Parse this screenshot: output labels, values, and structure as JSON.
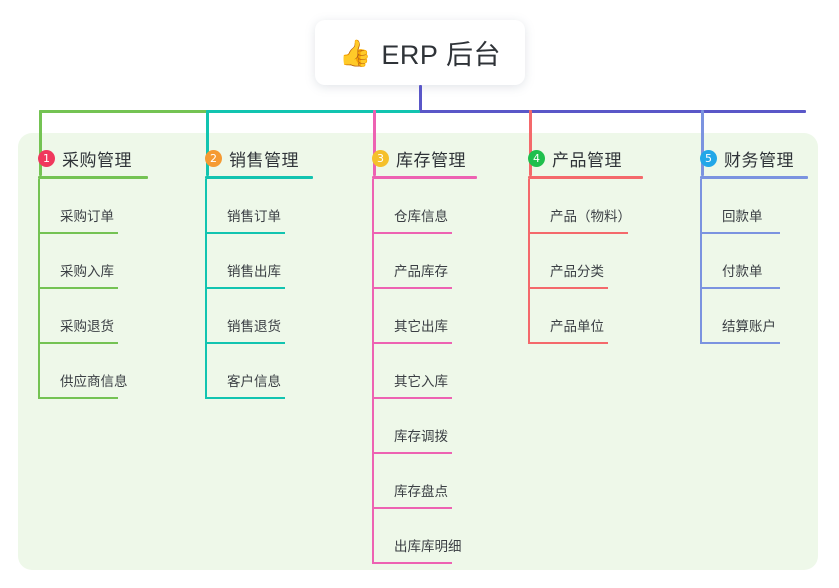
{
  "root": {
    "emoji": "👍",
    "emoji_name": "thumbs-up-emoji",
    "title": "ERP 后台"
  },
  "palette": {
    "page_background": "#ffffff",
    "panel_background": "#eef8e9",
    "text": "#2f3338",
    "root_stem": "#5a57c8",
    "bus_left": "#74c353",
    "bus_mid": "#12c4b0",
    "bus_right": "#5a57c8"
  },
  "columns": [
    {
      "index": "1",
      "title": "采购管理",
      "badge_color": "#f0385d",
      "line_color": "#74c353",
      "drop_color": "#74c353",
      "items": [
        "采购订单",
        "采购入库",
        "采购退货",
        "供应商信息"
      ]
    },
    {
      "index": "2",
      "title": "销售管理",
      "badge_color": "#f59a32",
      "line_color": "#12c4b0",
      "drop_color": "#12c4b0",
      "items": [
        "销售订单",
        "销售出库",
        "销售退货",
        "客户信息"
      ]
    },
    {
      "index": "3",
      "title": "库存管理",
      "badge_color": "#f5c02b",
      "line_color": "#ed62b2",
      "drop_color": "#ed62b2",
      "items": [
        "仓库信息",
        "产品库存",
        "其它出库",
        "其它入库",
        "库存调拨",
        "库存盘点",
        "出库库明细"
      ]
    },
    {
      "index": "4",
      "title": "产品管理",
      "badge_color": "#1fbf4d",
      "line_color": "#f4696b",
      "drop_color": "#f4696b",
      "items": [
        "产品（物料）",
        "产品分类",
        "产品单位"
      ]
    },
    {
      "index": "5",
      "title": "财务管理",
      "badge_color": "#22a7e8",
      "line_color": "#7b93e0",
      "drop_color": "#7b93e0",
      "items": [
        "回款单",
        "付款单",
        "结算账户"
      ]
    }
  ]
}
